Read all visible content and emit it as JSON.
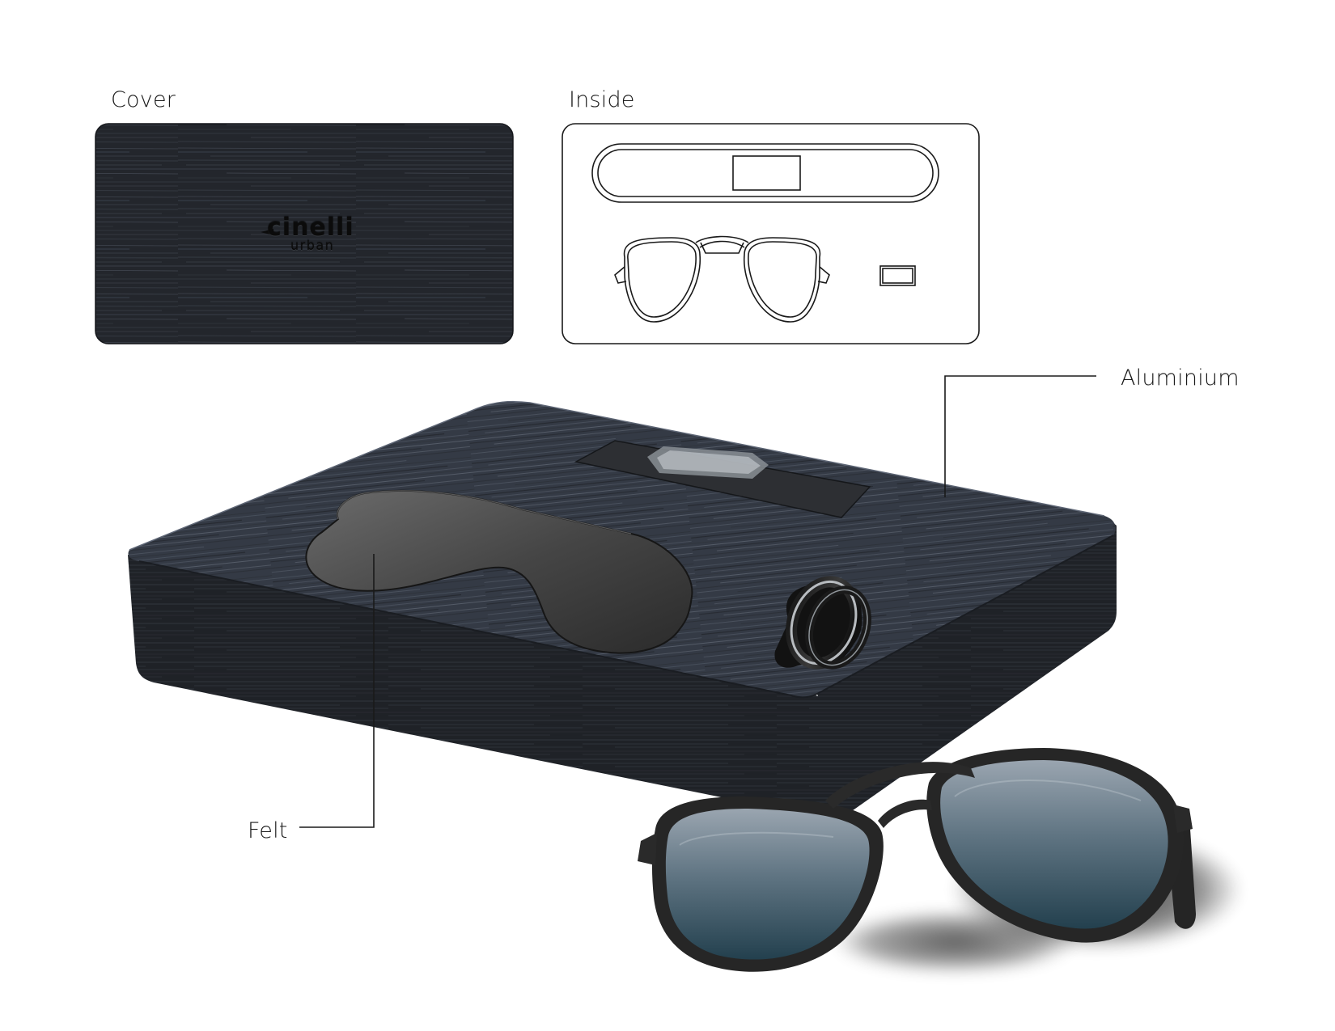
{
  "labels": {
    "cover": "Cover",
    "inside": "Inside",
    "aluminium": "Aluminium",
    "felt": "Felt"
  },
  "logo": {
    "brand": "cinelli",
    "sub": "urban"
  },
  "icons": {
    "cover_panel": "brushed-metal-cover",
    "inside_diagram": "tray-outline-diagram",
    "box": "aluminium-box",
    "ring": "ring-icon",
    "sunglasses": "aviator-sunglasses-icon"
  },
  "colors": {
    "metal_dark": "#2b2f36",
    "metal_light": "#5a6170",
    "felt": "#3a3a3a",
    "lens_top": "#8e9aa6",
    "lens_bottom": "#2c4350",
    "frame": "#2a2a2a",
    "line": "#1a1a1a"
  }
}
